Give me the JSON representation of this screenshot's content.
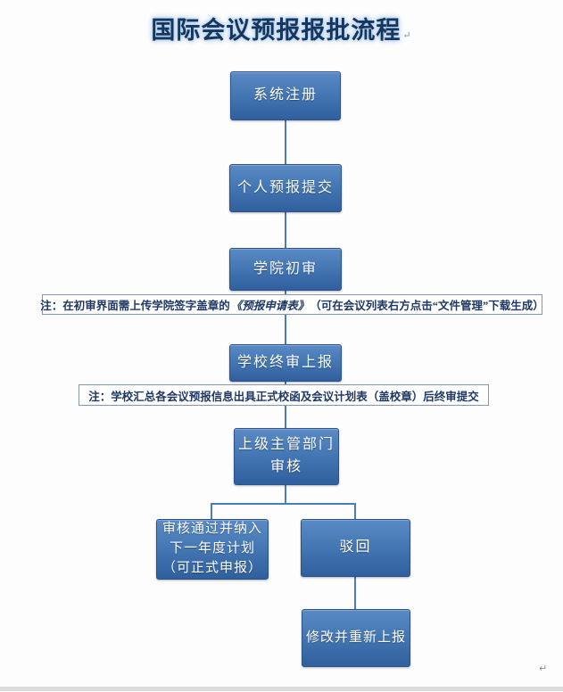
{
  "title": "国际会议预报报批流程",
  "marks": {
    "title_mark": "↵",
    "paragraph_mark": "↵"
  },
  "nodes": {
    "register": {
      "label": "系统注册"
    },
    "submit": {
      "label": "个人预报提交"
    },
    "college_review": {
      "label": "学院初审"
    },
    "school_review": {
      "label": "学校终审上报"
    },
    "superior_review": {
      "label": "上级主管部门\n审核"
    },
    "approved": {
      "label": "审核通过并纳入\n下一年度计划\n（可正式申报）"
    },
    "rejected": {
      "label": "驳回"
    },
    "resubmit": {
      "label": "修改并重新上报"
    }
  },
  "notes": {
    "college": {
      "prefix": "注：在初审界面需上传学院签字盖章的",
      "emphasis": "《预报申请表》",
      "suffix": "（可在会议列表右方点击“文件管理”下载生成）"
    },
    "school": {
      "text": "注：学校汇总各会议预报信息出具正式校函及会议计划表（盖校章）后终审提交"
    }
  },
  "colors": {
    "node_fill_top": "#5b8ac4",
    "node_fill_bottom": "#305f9d",
    "node_border": "#2b5488",
    "connector": "#4a7ebb",
    "note_border": "#8496b0",
    "note_text": "#1f3864",
    "title_text": "#17365d",
    "title_glow": "#a9c9ea"
  }
}
